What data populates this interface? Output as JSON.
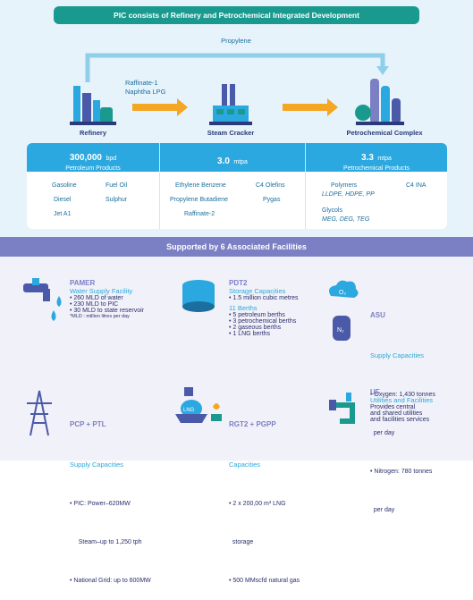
{
  "header": {
    "title": "PIC consists of Refinery and Petrochemical Integrated Development"
  },
  "flow": {
    "propylene_label": "Propylene",
    "raffinate_label_1": "Raffinate-1",
    "raffinate_label_2": "Naphtha LPG",
    "units": [
      {
        "name": "Refinery",
        "icon": "refinery-icon"
      },
      {
        "name": "Steam Cracker",
        "icon": "steam-cracker-icon"
      },
      {
        "name": "Petrochemical Complex",
        "icon": "petrochemical-complex-icon"
      }
    ]
  },
  "products": [
    {
      "value": "300,000",
      "unit": "bpd",
      "subtitle": "Petroleum Products",
      "items": [
        "Gasoline",
        "Fuel Oil",
        "Diesel",
        "Sulphur",
        "Jet A1"
      ]
    },
    {
      "value": "3.0",
      "unit": "mtpa",
      "subtitle": "",
      "items": [
        "Ethylene Benzene",
        "C4 Olefins",
        "Propylene Butadiene",
        "Pygas",
        "Raffinate-2"
      ]
    },
    {
      "value": "3.3",
      "unit": "mtpa",
      "subtitle": "Petrochemical Products",
      "items": [
        "Polymers",
        "LLDPE, HDPE, PP",
        "C4 INA",
        "Glycols",
        "MEG, DEG, TEG"
      ]
    }
  ],
  "facilities_title": "Supported by 6 Associated Facilities",
  "facilities": [
    {
      "name": "PAMER",
      "subtitle": "Water Supply Facility",
      "icon": "water-tap-icon",
      "lines": [
        "• 260 MLD of water",
        "• 230 MLD to PIC",
        "• 30 MLD to state reservoir"
      ],
      "note": "*MLD : million litres per day"
    },
    {
      "name": "PDT2",
      "subtitle": "Storage Capacities",
      "icon": "storage-tank-icon",
      "lines": [
        "• 1.5 million cubic metres"
      ],
      "subtitle2": "11 Berths",
      "lines2": [
        "• 5 petroleum berths",
        "• 3 petrochemical berths",
        "• 2 gaseous berths",
        "• 1 LNG berths"
      ]
    },
    {
      "name": "ASU",
      "subtitle": "Supply Capacities",
      "icon": "air-separation-icon",
      "lines": [
        "• Oxygen: 1,430 tonnes",
        "  per day",
        "• Nitrogen: 780 tonnes",
        "  per day"
      ],
      "icon_labels": [
        "O₂",
        "N₂"
      ]
    },
    {
      "name": "PCP + PTL",
      "subtitle": "Supply Capacities",
      "icon": "power-pylon-icon",
      "lines": [
        "• PIC: Power–620MW",
        "     Steam–up to 1,250 tph",
        "• National Grid: up to 600MW"
      ]
    },
    {
      "name": "RGT2 + PGPP",
      "subtitle": "Capacities",
      "icon": "lng-ship-icon",
      "lines": [
        "• 2 x 200,00 m³ LNG",
        "  storage",
        "• 500 MMscfd natural gas"
      ],
      "icon_labels": [
        "LNG"
      ]
    },
    {
      "name": "UF",
      "subtitle": "Utilities and Facilities",
      "icon": "pipes-icon",
      "lines": [
        "Provides central",
        "and shared utilities",
        "and facilities services"
      ]
    }
  ],
  "colors": {
    "teal": "#1a9a8f",
    "blue": "#2ba8e0",
    "purple": "#7b7fc4",
    "orange": "#f5a623",
    "navy": "#2b2f6b"
  }
}
